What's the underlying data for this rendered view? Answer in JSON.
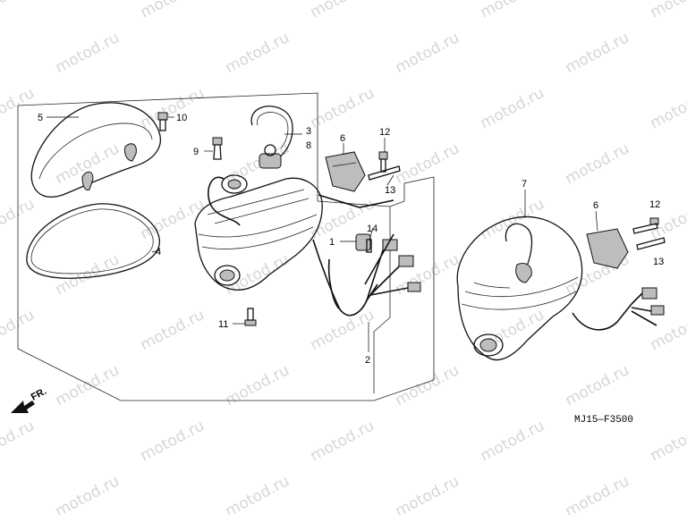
{
  "watermark": "motod.ru",
  "diagram_code": "MJ15—F3500",
  "front_marker": "FR.",
  "callouts": {
    "n1": "1",
    "n2": "2",
    "n3": "3",
    "n4": "4",
    "n5": "5",
    "n6": "6",
    "n6b": "6",
    "n7": "7",
    "n8": "8",
    "n9": "9",
    "n10": "10",
    "n11": "11",
    "n12": "12",
    "n12b": "12",
    "n13": "13",
    "n13b": "13",
    "n14": "14"
  },
  "colors": {
    "line": "#111111",
    "watermark": "#d6d6d6",
    "shade": "#bdbdbd"
  },
  "icons": {
    "front": "arrow-left-icon"
  }
}
